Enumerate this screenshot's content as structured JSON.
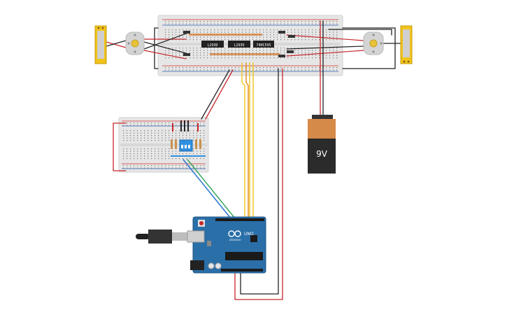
{
  "colors": {
    "background": "#ffffff",
    "breadboard": "#e6e6e6",
    "breadboard_hole": "#7a7a7a",
    "rail_red": "#d3302b",
    "rail_blue": "#2b5fb0",
    "wire_red": "#c8262b",
    "wire_black": "#222222",
    "wire_yellow": "#f0c419",
    "wire_orange": "#e08a1e",
    "wire_blue": "#1f6fd0",
    "wire_green": "#2fa35a",
    "arduino_blue": "#2a6fa8",
    "battery_copper": "#d68a4a",
    "battery_black": "#2b2b2b",
    "motor_grey": "#d4d4d4",
    "motor_gold": "#e8c33a",
    "chip_black": "#222222",
    "dip_blue": "#2f8fe0"
  },
  "components": {
    "main_breadboard": {
      "icon": "breadboard-icon"
    },
    "small_breadboard": {
      "icon": "breadboard-icon"
    },
    "driver_chips": [
      {
        "label": "L293D"
      },
      {
        "label": "L293D"
      },
      {
        "label": "74HC595"
      }
    ],
    "motors": [
      {
        "icon": "dc-motor-icon"
      },
      {
        "icon": "dc-motor-icon"
      }
    ],
    "encoders": [
      {
        "icon": "encoder-sensor-icon"
      },
      {
        "icon": "encoder-sensor-icon"
      }
    ],
    "battery": {
      "label": "9V",
      "icon": "battery-icon"
    },
    "dip_switch": {
      "icon": "dip-switch-icon"
    },
    "arduino": {
      "icon": "arduino-uno-icon",
      "board_label": "UNO",
      "brand_label": "ARDUINO",
      "usb_icon": "usb-cable-icon"
    }
  }
}
